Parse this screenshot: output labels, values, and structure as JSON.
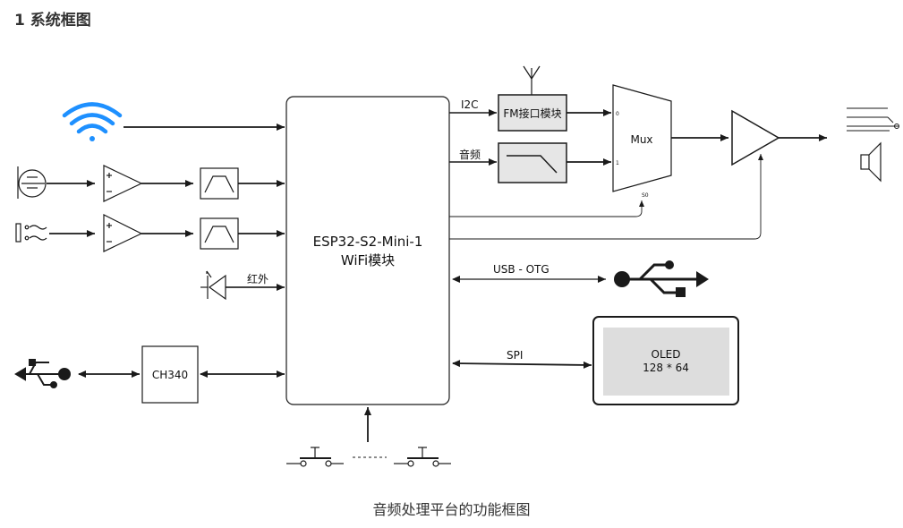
{
  "heading": "1 系统框图",
  "caption": "音频处理平台的功能框图",
  "blocks": {
    "mcu_line1": "ESP32-S2-Mini-1",
    "mcu_line2": "WiFi模块",
    "fm": "FM接口模块",
    "mux": "Mux",
    "mux_in0": "0",
    "mux_in1": "1",
    "mux_sel": "S0",
    "ch340": "CH340",
    "oled_line1": "OLED",
    "oled_line2": "128 * 64"
  },
  "connections": {
    "i2c": "I2C",
    "audio": "音频",
    "infrared": "红外",
    "usb_otg": "USB - OTG",
    "spi": "SPI"
  },
  "colors": {
    "wifi": "#1e90ff",
    "block_fill": "#e6e6e6",
    "oled_screen": "#dddddd",
    "line": "#1a1a1a"
  }
}
